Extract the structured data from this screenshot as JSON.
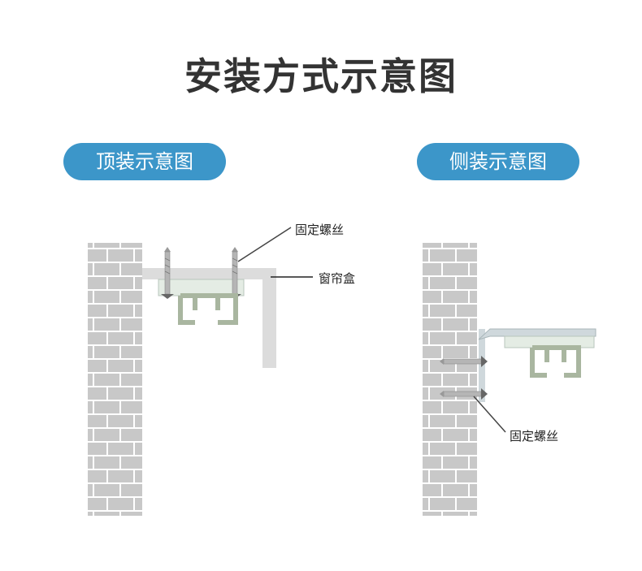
{
  "title": "安装方式示意图",
  "sections": {
    "top": {
      "label": "顶装示意图",
      "callouts": {
        "screws": "固定螺丝",
        "box": "窗帘盒"
      }
    },
    "side": {
      "label": "侧装示意图",
      "callouts": {
        "screws": "固定螺丝"
      }
    }
  },
  "colors": {
    "accent": "#3c96c9",
    "brick": "#c8c8c8",
    "mortar": "#ffffff",
    "rail": "#a9b6a0",
    "box": "#dcdcdc"
  }
}
